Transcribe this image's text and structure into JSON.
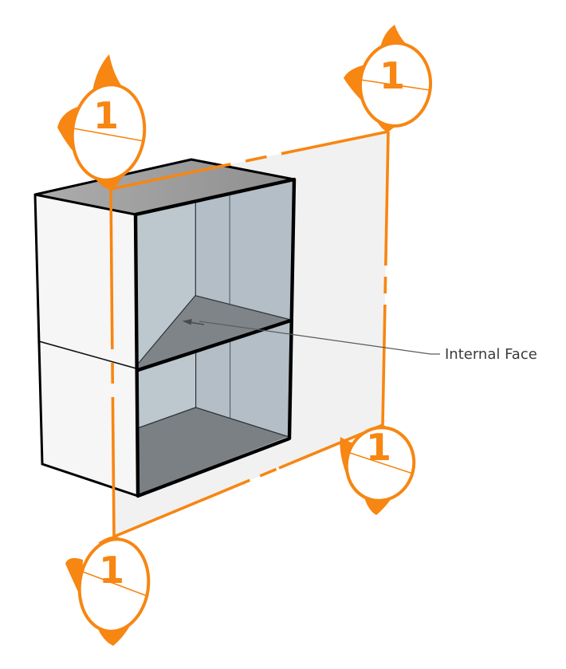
{
  "annotation": {
    "label": "Internal Face"
  },
  "markers": [
    {
      "position": "top-left",
      "label": "1"
    },
    {
      "position": "top-right",
      "label": "1"
    },
    {
      "position": "bottom-right",
      "label": "1"
    },
    {
      "position": "bottom-left",
      "label": "1"
    }
  ],
  "colors": {
    "accent_orange": "#F78612",
    "plane_fill": "#F1F1F1",
    "box_top_light": "#ACACAC",
    "box_top_dark": "#8F8F8F",
    "box_front": "#F6F6F6",
    "interior_wall": "#BDC7CE",
    "interior_back_wall": "#B3BEC6",
    "shelf": "#7F8489",
    "floor": "#7B8085",
    "edge_black": "#000000",
    "thin_edge": "#2E3338",
    "leader_gray": "#5A5A5A",
    "text_color": "#3B3B3B",
    "background": "#FFFFFF"
  }
}
